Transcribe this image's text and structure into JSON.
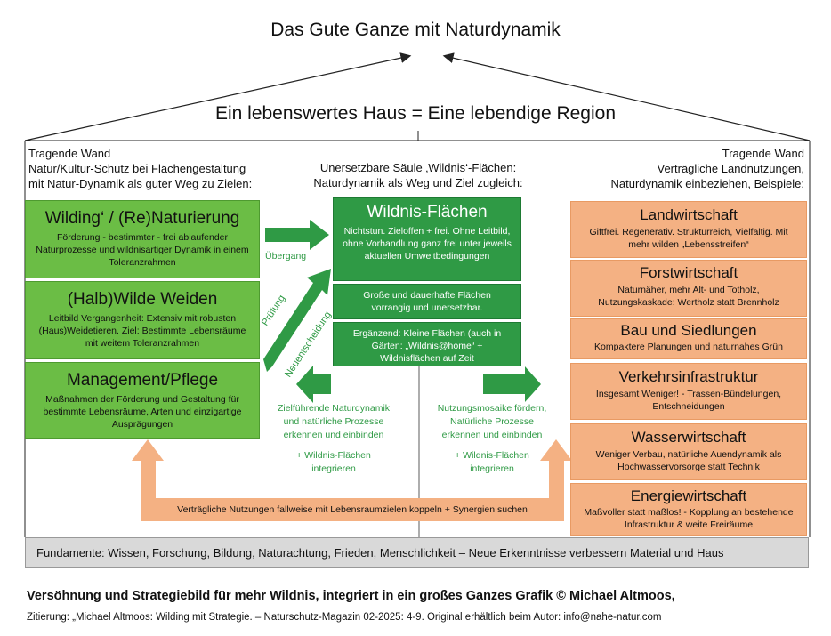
{
  "titles": {
    "top": "Das Gute Ganze mit Naturdynamik",
    "house": "Ein lebenswertes Haus = Eine lebendige Region"
  },
  "left_wall": {
    "line1": "Tragende Wand",
    "line2": "Natur/Kultur-Schutz bei Flächengestaltung",
    "line3": "mit Natur-Dynamik als guter Weg zu Zielen:"
  },
  "center_pillar": {
    "line1": "Unersetzbare Säule ‚Wildnis‘-Flächen:",
    "line2": "Naturdynamik als Weg und Ziel zugleich:"
  },
  "right_wall": {
    "line1": "Tragende Wand",
    "line2": "Verträgliche Landnutzungen,",
    "line3": "Naturdynamik einbeziehen, Beispiele:"
  },
  "left_boxes": [
    {
      "heading": "Wilding‘ / (Re)Naturierung",
      "text": "Förderung - bestimmter - frei ablaufender Naturprozesse und wildnisartiger Dynamik in einem Toleranzrahmen"
    },
    {
      "heading": "(Halb)Wilde Weiden",
      "text": "Leitbild Vergangenheit: Extensiv mit robusten (Haus)Weidetieren. Ziel: Bestimmte Lebensräume mit weitem Toleranzrahmen"
    },
    {
      "heading": "Management/Pflege",
      "text": "Maßnahmen der Förderung und Gestaltung für bestimmte Lebensräume, Arten und einzigartige Ausprägungen"
    }
  ],
  "center_boxes": [
    {
      "heading": "Wildnis-Flächen",
      "text": "Nichtstun. Zieloffen + frei. Ohne Leitbild, ohne Vorhandlung ganz frei unter jeweils aktuellen Umweltbedingungen"
    },
    {
      "text": "Große und dauerhafte Flächen vorrangig und unersetzbar."
    },
    {
      "text": "Ergänzend: Kleine Flächen (auch in Gärten: „Wildnis@home“ + Wildnisflächen auf Zeit"
    }
  ],
  "right_boxes": [
    {
      "heading": "Landwirtschaft",
      "text": "Giftfrei. Regenerativ. Strukturreich, Vielfältig. Mit mehr wilden „Lebensstreifen“"
    },
    {
      "heading": "Forstwirtschaft",
      "text": "Naturnäher, mehr Alt- und Totholz, Nutzungskaskade: Wertholz statt Brennholz"
    },
    {
      "heading": "Bau und Siedlungen",
      "text": "Kompaktere Planungen und naturnahes Grün"
    },
    {
      "heading": "Verkehrsinfrastruktur",
      "text": "Insgesamt Weniger! - Trassen-Bündelungen, Entschneidungen"
    },
    {
      "heading": "Wasserwirtschaft",
      "text": "Weniger Verbau, natürliche Auendynamik als Hochwasservorsorge statt Technik"
    },
    {
      "heading": "Energiewirtschaft",
      "text": "Maßvoller statt maßlos! - Kopplung an bestehende Infrastruktur & weite Freiräume"
    }
  ],
  "arrows": {
    "uebergang": "Übergang",
    "pruefung": "Prüfung",
    "neuentscheidung": "Neuentscheidung"
  },
  "center_left_text": {
    "line1": "Zielführende Naturdynamik",
    "line2": "und natürliche Prozesse",
    "line3": "erkennen und einbinden",
    "line4": "+ Wildnis-Flächen",
    "line5": "integrieren"
  },
  "center_right_text": {
    "line1": "Nutzungsmosaike fördern,",
    "line2": "Natürliche Prozesse",
    "line3": "erkennen und einbinden",
    "line4": "+ Wildnis-Flächen",
    "line5": "integrieren"
  },
  "bottom_arrow_text": "Verträgliche Nutzungen fallweise mit Lebensraumzielen koppeln + Synergien suchen",
  "foundation": "Fundamente: Wissen, Forschung, Bildung, Naturachtung, Frieden, Menschlichkeit – Neue Erkenntnisse verbessern Material und Haus",
  "caption": {
    "main": "Versöhnung und Strategiebild für mehr Wildnis, integriert in ein großes Ganzes Grafik © Michael Altmoos,",
    "sub": "Zitierung: „Michael Altmoos: Wilding mit Strategie. – Naturschutz-Magazin 02-2025: 4-9. Original erhältlich beim Autor: info@nahe-natur.com"
  },
  "colors": {
    "light_green": "#6bbd45",
    "dark_green": "#2f9a45",
    "orange": "#f4b183",
    "foundation_gray": "#d9d9d9"
  }
}
